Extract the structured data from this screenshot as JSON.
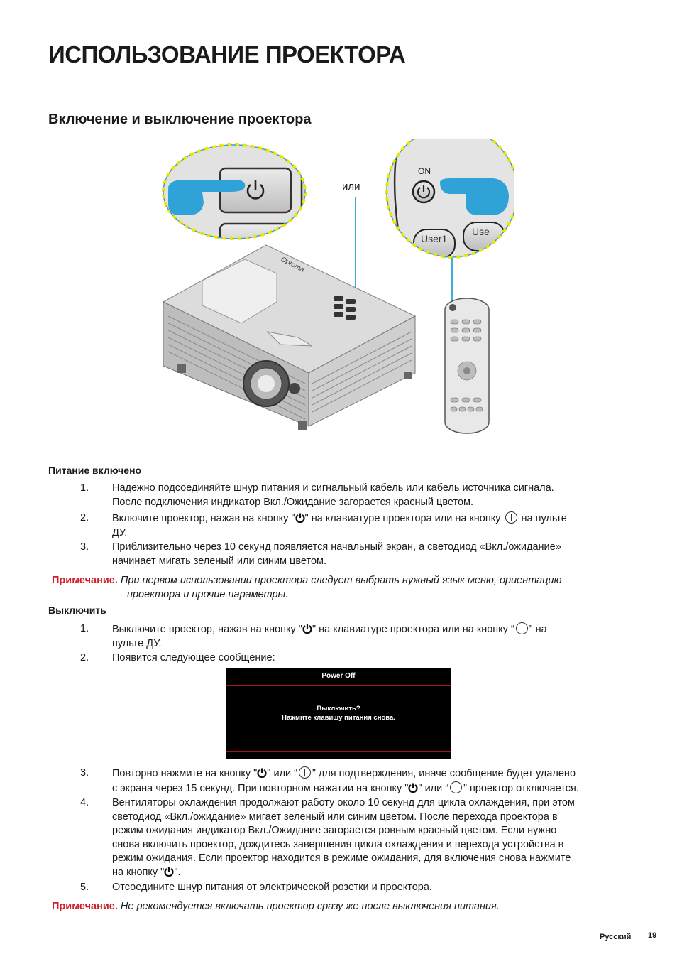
{
  "page": {
    "title": "ИСПОЛЬЗОВАНИЕ ПРОЕКТОРА",
    "subtitle": "Включение и выключение проектора"
  },
  "figure": {
    "or_label": "или",
    "on_label": "ON",
    "user1_label": "User1",
    "user2_label": "Use",
    "brand_label": "Optoma"
  },
  "power_on": {
    "heading": "Питание включено",
    "items": [
      {
        "num": "1.",
        "lines": [
          "Надежно подсоединяйте шнур питания и сигнальный кабель или кабель источника сигнала.",
          "После подключения индикатор Вкл./Ожидание загорается красный цветом."
        ]
      },
      {
        "num": "2.",
        "a": "Включите проектор, нажав на кнопку \"",
        "b": "\" на клавиатуре проектора или на кнопку ",
        "c": " на пульте",
        "d": "ДУ."
      },
      {
        "num": "3.",
        "lines": [
          "Приблизительно через 10 секунд появляется начальный экран, а светодиод «Вкл./ожидание»",
          "начинает мигать зеленый или синим цветом."
        ]
      }
    ],
    "note_label": "Примечание.",
    "note_line1": "При первом использовании проектора следует выбрать нужный язык меню, ориентацию",
    "note_line2": "проектора и прочие параметры."
  },
  "power_off": {
    "heading": "Выключить",
    "item1": {
      "num": "1.",
      "a": "Выключите проектор, нажав на кнопку \"",
      "b": "\" на клавиатуре проектора или на кнопку “",
      "c": "” на",
      "d": "пульте ДУ."
    },
    "item2": {
      "num": "2.",
      "text": "Появится следующее сообщение:"
    },
    "dialog": {
      "title": "Power Off",
      "message1": "Выключить?",
      "message2": "Нажмите клавишу питания снова."
    },
    "item3": {
      "num": "3.",
      "a": "Повторно нажмите на кнопку \"",
      "b": "\" или “",
      "c": "” для подтверждения, иначе сообщение будет удалено",
      "d": "с экрана через 15 секунд. При повторном нажатии на кнопку \"",
      "e": "\" или “",
      "f": "” проектор отключается."
    },
    "item4": {
      "num": "4.",
      "lines": [
        "Вентиляторы охлаждения продолжают работу около 10 секунд для цикла охлаждения, при этом",
        "светодиод «Вкл./ожидание» мигает зеленый или синим цветом. После перехода проектора в",
        "режим ожидания индикатор Вкл./Ожидание загорается ровным красный цветом. Если нужно",
        "снова включить проектор, дождитесь завершения цикла охлаждения и перехода устройства в",
        "режим ожидания. Если проектор находится в режиме ожидания, для включения снова нажмите"
      ],
      "last_a": "на кнопку \"",
      "last_b": "\"."
    },
    "item5": {
      "num": "5.",
      "text": "Отсоедините шнур питания от электрической розетки и проектора."
    },
    "note_label": "Примечание.",
    "note_text": "Не рекомендуется включать проектор сразу же после выключения питания."
  },
  "footer": {
    "language": "Русский",
    "page_number": "19"
  },
  "colors": {
    "accent_red": "#d0202a",
    "dialog_bg": "#000000",
    "dialog_line": "#a8121c",
    "hand_blue": "#2fa2d8",
    "highlight_yellow": "#f3e400"
  }
}
